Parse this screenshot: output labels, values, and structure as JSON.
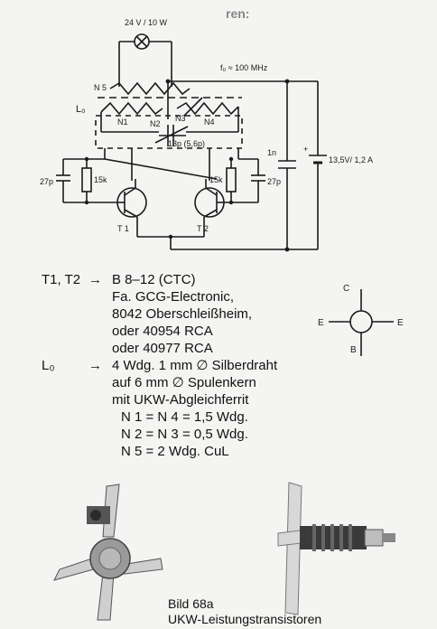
{
  "header": {
    "corner_word": "ren:"
  },
  "schematic": {
    "lamp": "24 V / 10 W",
    "frequency": "f₀ ≈ 100 MHz",
    "coil_label": "L₀",
    "n5": "N 5",
    "n1": "N1",
    "n2": "N2",
    "n3": "N3",
    "n4": "N4",
    "cap_trim": "13p (5,6p)",
    "cap_1n": "1n",
    "plus": "+",
    "supply": "13,5V/ 1,2 A",
    "cap_left": "27p",
    "res_left": "15k",
    "res_right": "15k",
    "cap_right": "27p",
    "t1": "T 1",
    "t2": "T 2"
  },
  "pinout": {
    "c": "C",
    "e_left": "E",
    "e_right": "E",
    "b": "B"
  },
  "spec": {
    "transistor_label": "T1, T2",
    "transistor_type": "B 8–12 (CTC)",
    "maker": "Fa. GCG-Electronic,",
    "address": "8042 Oberschleißheim,",
    "alt1": "oder 40954 RCA",
    "alt2": "oder 40977 RCA",
    "coil_label": "L₀",
    "coil1": "4 Wdg. 1 mm ∅ Silberdraht",
    "coil2": "auf 6 mm ∅ Spulenkern",
    "coil3": "mit UKW-Abgleichferrit",
    "n14": "N 1 = N 4 = 1,5 Wdg.",
    "n23": "N 2 = N 3 = 0,5 Wdg.",
    "n5": "N 5 = 2 Wdg. CuL"
  },
  "caption": {
    "line1": "Bild 68a",
    "line2": "UKW-Leistungstransistoren"
  }
}
